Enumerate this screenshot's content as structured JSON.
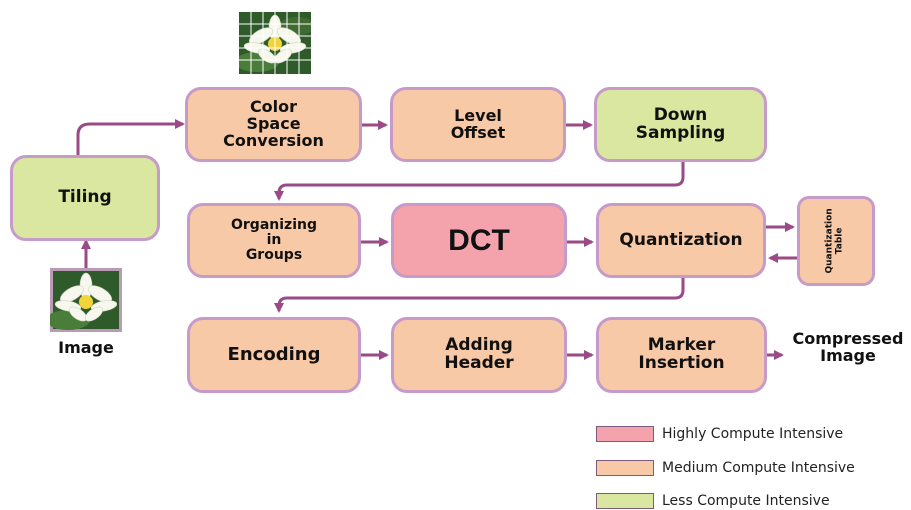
{
  "colors": {
    "high": "#f4a3ad",
    "medium": "#f8c9a6",
    "less": "#d9e7a0",
    "border": "#c69ac9",
    "arrow": "#9a4a86"
  },
  "images": {
    "source": "flower-image",
    "tiled": "tiled-flower-image"
  },
  "labels": {
    "image": "Image",
    "compressed": "Compressed\nImage"
  },
  "steps": {
    "tiling": "Tiling",
    "color_space_conversion": "Color\nSpace\nConversion",
    "level_offset": "Level\nOffset",
    "down_sampling": "Down\nSampling",
    "organizing_in_groups": "Organizing\nin\nGroups",
    "dct": "DCT",
    "quantization": "Quantization",
    "quantization_table": "Quantization\nTable",
    "encoding": "Encoding",
    "adding_header": "Adding\nHeader",
    "marker_insertion": "Marker\nInsertion"
  },
  "legend": [
    {
      "label": "Highly Compute Intensive",
      "color": "#f4a3ad"
    },
    {
      "label": "Medium Compute Intensive",
      "color": "#f8c9a6"
    },
    {
      "label": "Less Compute Intensive",
      "color": "#d9e7a0"
    }
  ]
}
